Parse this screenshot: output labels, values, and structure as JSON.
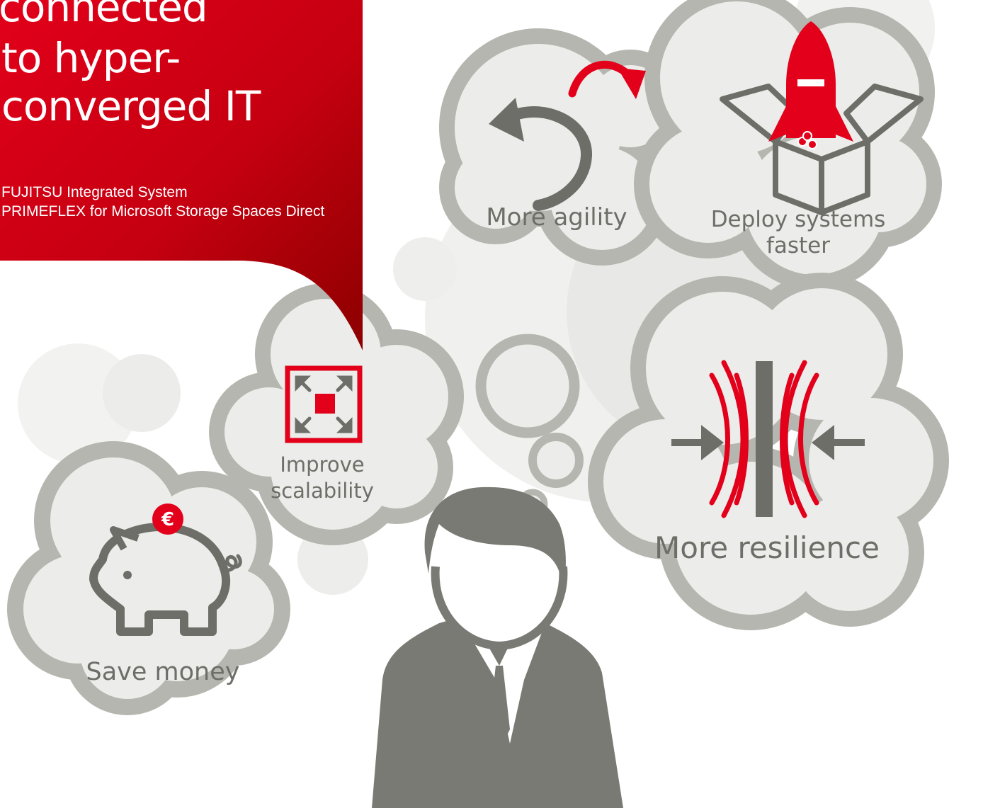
{
  "hero": {
    "title_line1": "to hyper-",
    "title_line2": "converged IT",
    "subtitle_line1": "FUJITSU Integrated System",
    "subtitle_line2": "PRIMEFLEX for Microsoft Storage Spaces Direct"
  },
  "benefits": {
    "agility": {
      "label": "More agility",
      "icon": "undo-arrow-icon"
    },
    "deploy": {
      "label_line1": "Deploy systems",
      "label_line2": "faster",
      "icon": "rocket-box-icon"
    },
    "scalability": {
      "label_line1": "Improve",
      "label_line2": "scalability",
      "icon": "expand-icon"
    },
    "resilience": {
      "label": "More resilience",
      "icon": "compression-icon"
    },
    "money": {
      "label": "Save money",
      "icon": "piggy-bank-icon",
      "badge": "€"
    }
  },
  "colors": {
    "brand_red": "#e2001a",
    "dark_red": "#9b0000",
    "cloud_outline": "#b6b6b0",
    "cloud_fill": "#ececea",
    "icon_gray": "#6e6e69",
    "person_gray": "#7a7a74"
  }
}
